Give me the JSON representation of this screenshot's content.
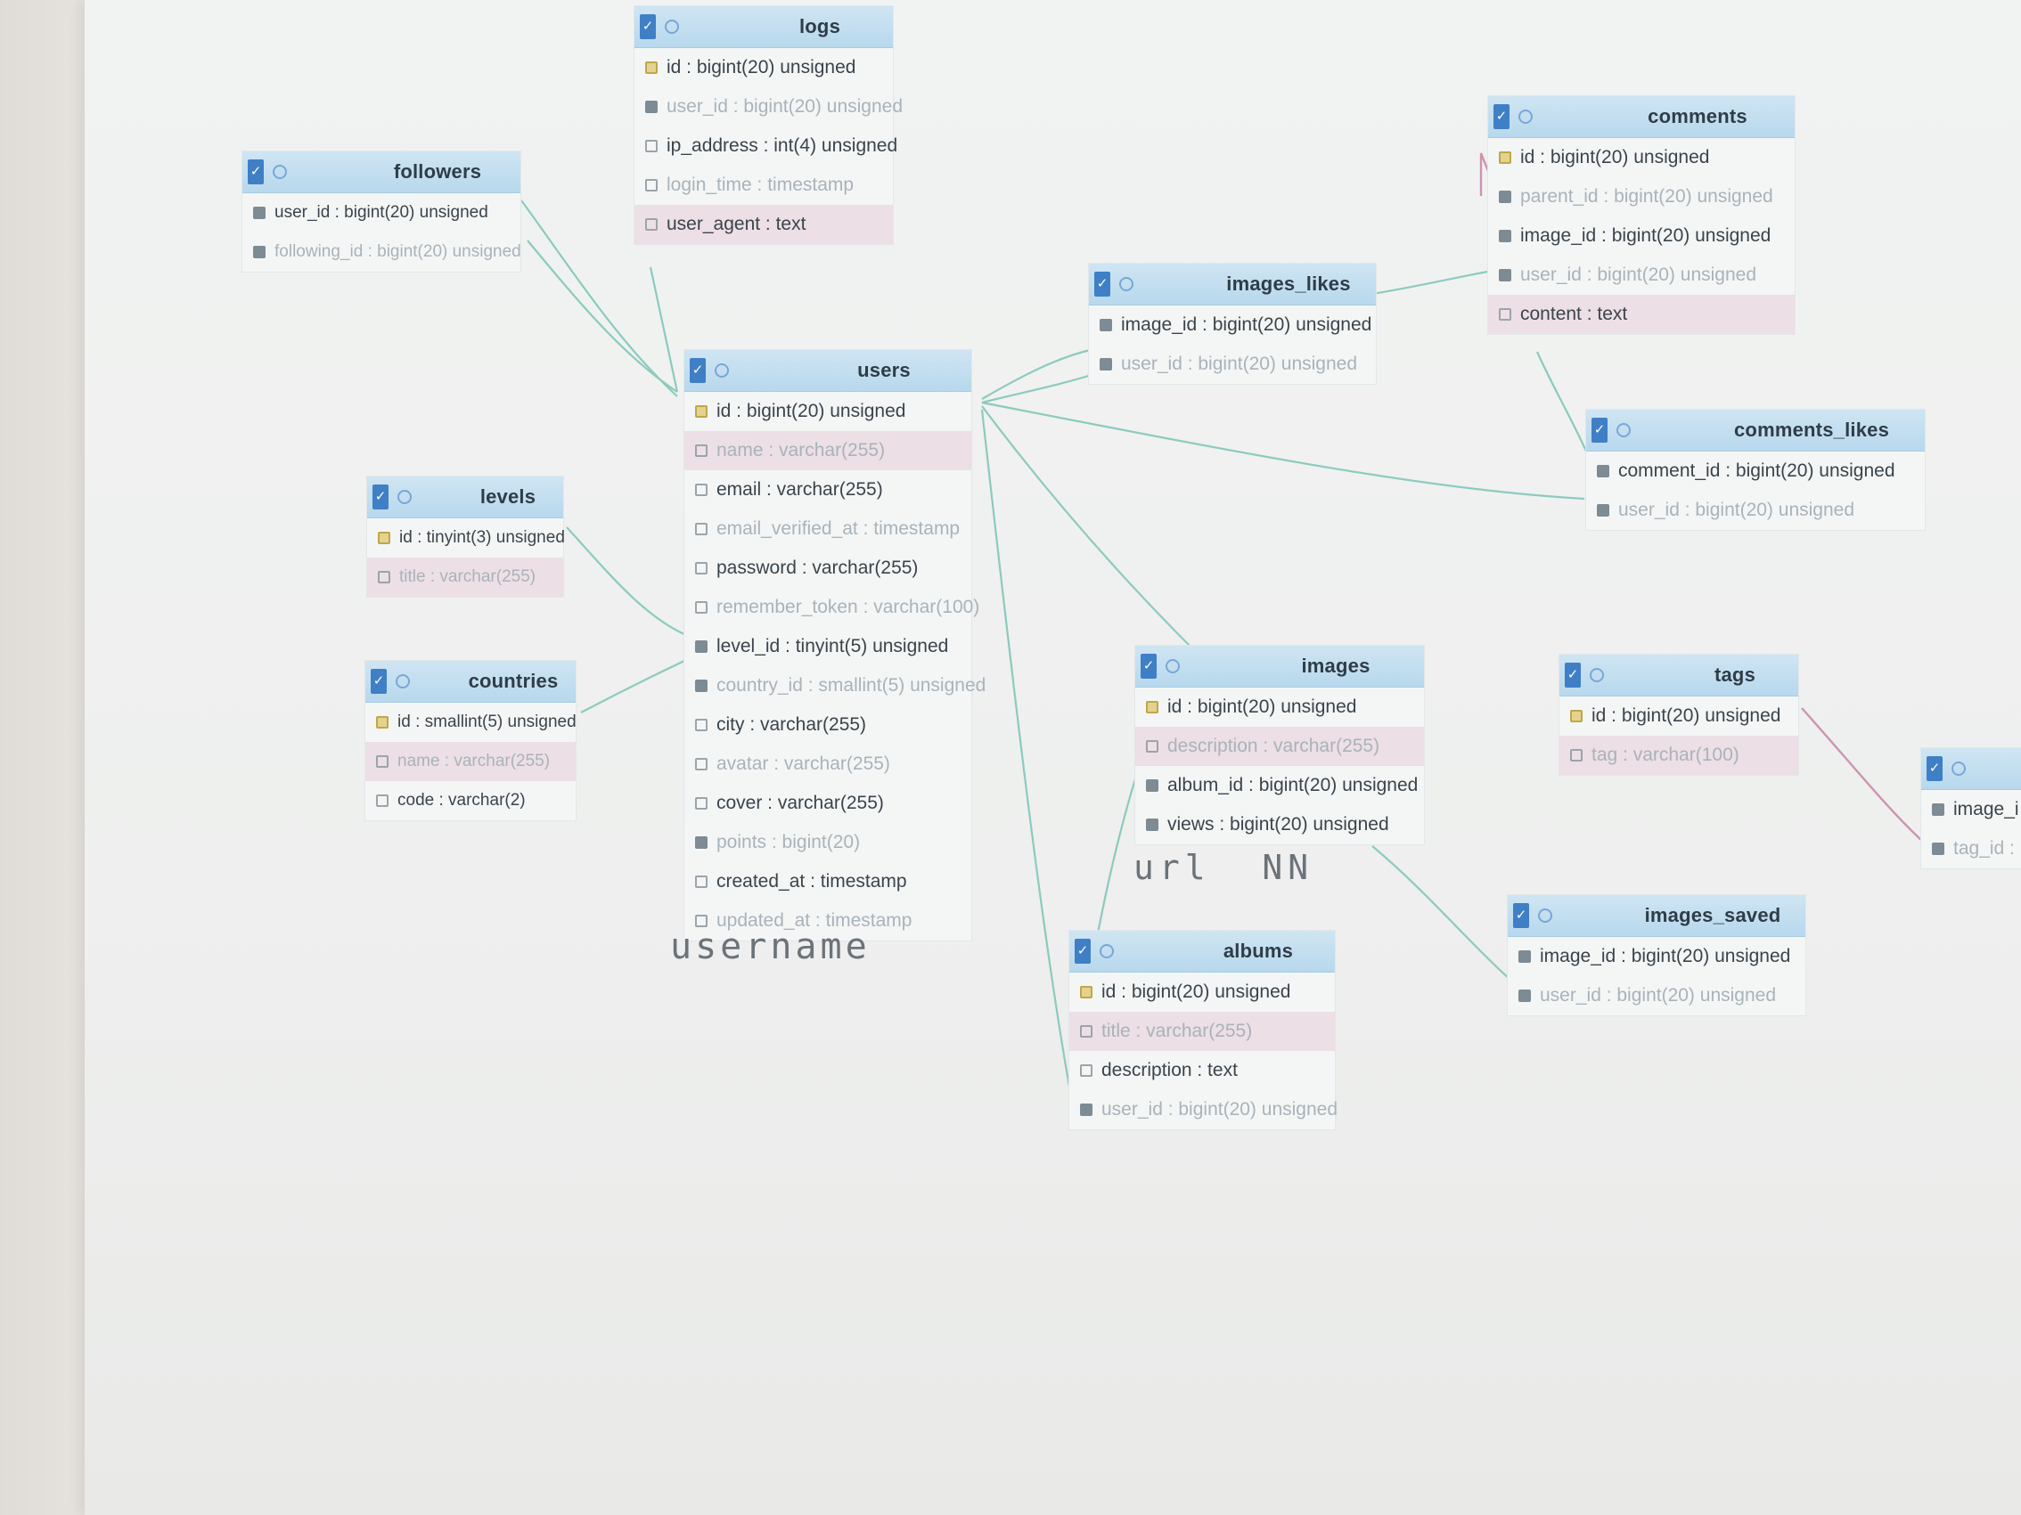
{
  "notes": {
    "url_nn": "url  NN",
    "username": "username"
  },
  "colors": {
    "header": "#bcd9ee",
    "link": "#7bc4b6",
    "link_alt": "#c98aa8",
    "pink_row": "#ecdfe5"
  },
  "tables": {
    "logs": {
      "name": "logs",
      "rows": [
        "id : bigint(20) unsigned",
        "user_id : bigint(20) unsigned",
        "ip_address : int(4) unsigned",
        "login_time : timestamp",
        "user_agent : text"
      ]
    },
    "followers": {
      "name": "followers",
      "rows": [
        "user_id : bigint(20) unsigned",
        "following_id : bigint(20) unsigned"
      ]
    },
    "users": {
      "name": "users",
      "rows": [
        "id : bigint(20) unsigned",
        "name : varchar(255)",
        "email : varchar(255)",
        "email_verified_at : timestamp",
        "password : varchar(255)",
        "remember_token : varchar(100)",
        "level_id : tinyint(5) unsigned",
        "country_id : smallint(5) unsigned",
        "city : varchar(255)",
        "avatar : varchar(255)",
        "cover : varchar(255)",
        "points : bigint(20)",
        "created_at : timestamp",
        "updated_at : timestamp"
      ]
    },
    "levels": {
      "name": "levels",
      "rows": [
        "id : tinyint(3) unsigned",
        "title : varchar(255)"
      ]
    },
    "countries": {
      "name": "countries",
      "rows": [
        "id : smallint(5) unsigned",
        "name : varchar(255)",
        "code : varchar(2)"
      ]
    },
    "images_likes": {
      "name": "images_likes",
      "rows": [
        "image_id : bigint(20) unsigned",
        "user_id : bigint(20) unsigned"
      ]
    },
    "comments": {
      "name": "comments",
      "rows": [
        "id : bigint(20) unsigned",
        "parent_id : bigint(20) unsigned",
        "image_id : bigint(20) unsigned",
        "user_id : bigint(20) unsigned",
        "content : text"
      ]
    },
    "comments_likes": {
      "name": "comments_likes",
      "rows": [
        "comment_id : bigint(20) unsigned",
        "user_id : bigint(20) unsigned"
      ]
    },
    "images": {
      "name": "images",
      "rows": [
        "id : bigint(20) unsigned",
        "description : varchar(255)",
        "album_id : bigint(20) unsigned",
        "views : bigint(20) unsigned"
      ]
    },
    "tags": {
      "name": "tags",
      "rows": [
        "id : bigint(20) unsigned",
        "tag : varchar(100)"
      ]
    },
    "albums": {
      "name": "albums",
      "rows": [
        "id : bigint(20) unsigned",
        "title : varchar(255)",
        "description : text",
        "user_id : bigint(20) unsigned"
      ]
    },
    "images_saved": {
      "name": "images_saved",
      "rows": [
        "image_id : bigint(20) unsigned",
        "user_id : bigint(20) unsigned"
      ]
    },
    "image_tags": {
      "name": "",
      "rows": [
        "image_i",
        "tag_id :"
      ]
    }
  }
}
